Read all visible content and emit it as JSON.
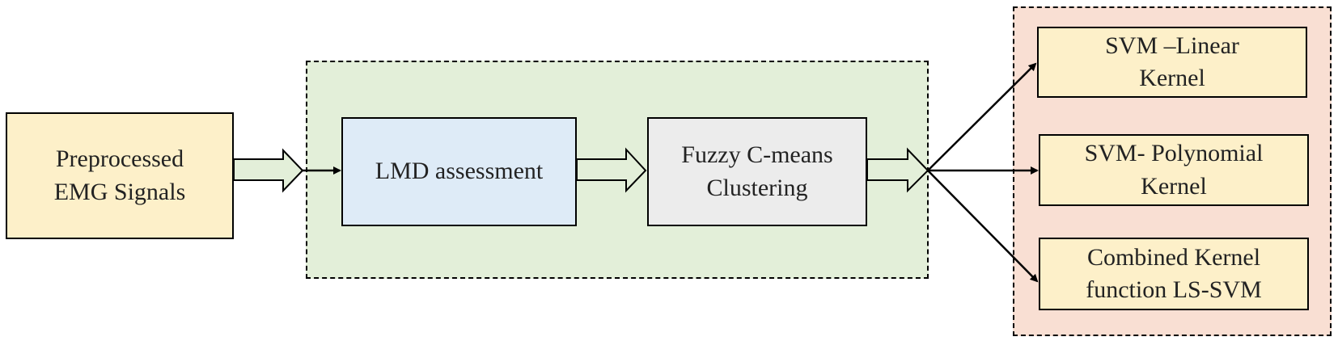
{
  "diagram": {
    "input": {
      "label": "Preprocessed\nEMG Signals"
    },
    "stage_group": {
      "steps": [
        {
          "label": "LMD assessment"
        },
        {
          "label": "Fuzzy C-means\nClustering"
        }
      ]
    },
    "classifier_group": {
      "classifiers": [
        {
          "label": "SVM –Linear\nKernel"
        },
        {
          "label": "SVM- Polynomial\nKernel"
        },
        {
          "label": "Combined Kernel\nfunction LS-SVM"
        }
      ]
    },
    "colors": {
      "input_fill": "#fdf0c9",
      "lmd_fill": "#deebf7",
      "fcm_fill": "#ececec",
      "classifier_fill": "#fdf0c9",
      "stage_group_fill": "#e3efd9",
      "classifier_group_fill": "#f9dfd3",
      "stroke": "#000000"
    }
  }
}
